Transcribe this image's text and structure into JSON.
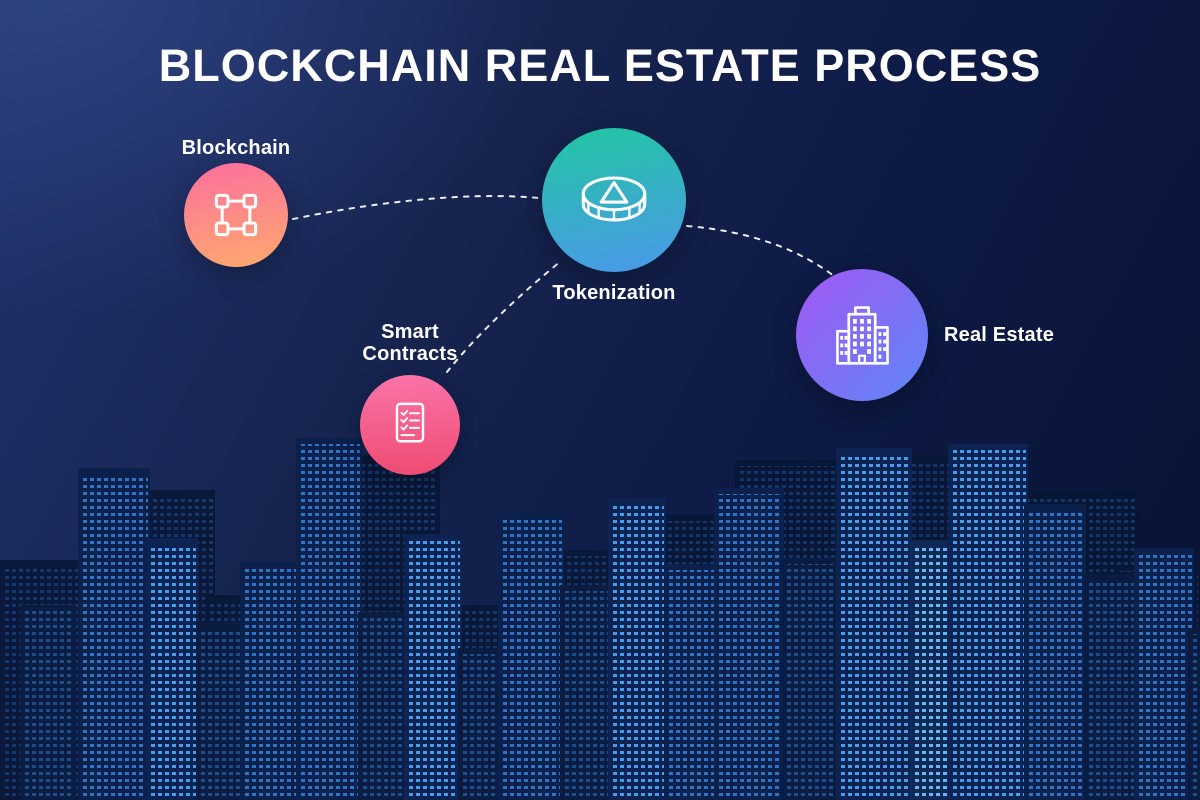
{
  "title": "BLOCKCHAIN REAL ESTATE PROCESS",
  "nodes": {
    "blockchain": {
      "label": "Blockchain",
      "icon": "blockchain-icon",
      "gradient": [
        "#fb6f9e",
        "#ffaa6e"
      ]
    },
    "tokenization": {
      "label": "Tokenization",
      "icon": "coin-icon",
      "gradient": [
        "#21c6a2",
        "#4b98ea"
      ]
    },
    "smart_contracts": {
      "label": "Smart Contracts",
      "icon": "contract-checklist-icon",
      "gradient": [
        "#fa74a8",
        "#ee4b72"
      ]
    },
    "real_estate": {
      "label": "Real Estate",
      "icon": "building-icon",
      "gradient": [
        "#a258f4",
        "#5e86f6"
      ]
    }
  },
  "connections": [
    {
      "from": "blockchain",
      "to": "tokenization",
      "style": "dashed"
    },
    {
      "from": "smart_contracts",
      "to": "tokenization",
      "style": "dashed"
    },
    {
      "from": "tokenization",
      "to": "real_estate",
      "style": "dashed"
    }
  ],
  "colors": {
    "background_top": "#22336e",
    "background_bottom": "#081233",
    "connector_line": "#ffffff",
    "title_text": "#ffffff",
    "label_text": "#ffffff"
  }
}
